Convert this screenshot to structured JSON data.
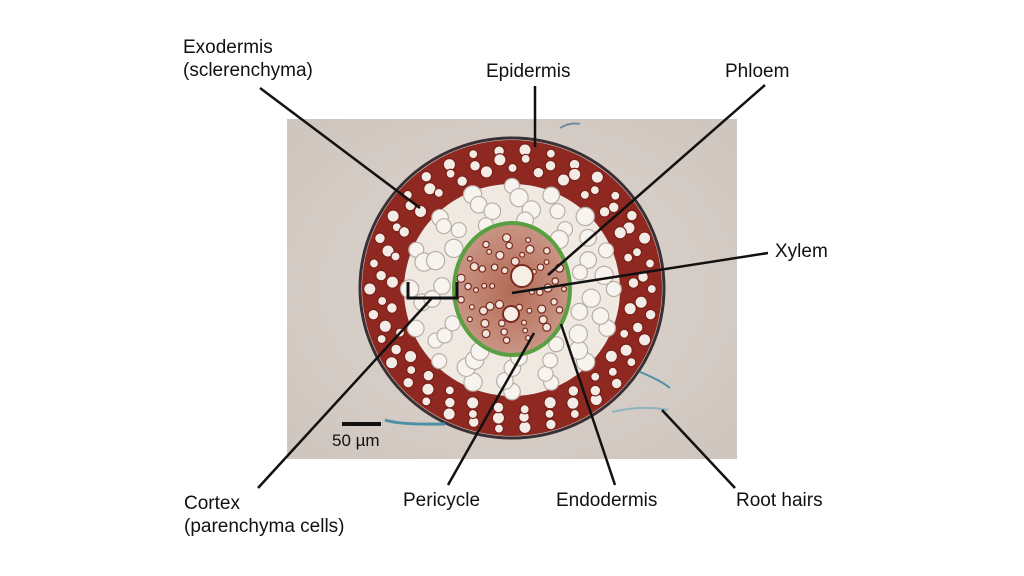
{
  "labels": {
    "exodermis": [
      "Exodermis",
      "(sclerenchyma)"
    ],
    "epidermis": "Epidermis",
    "phloem": "Phloem",
    "xylem": "Xylem",
    "cortex": [
      "Cortex",
      "(parenchyma cells)"
    ],
    "pericycle": "Pericycle",
    "endodermis": "Endodermis",
    "root_hairs": "Root hairs"
  },
  "scale_bar": "50 µm",
  "colors": {
    "background": "#d6cec8",
    "cell_walls": "#9b2a22",
    "cortex_cells": "#f2eee8",
    "pericycle_ring": "#5aa043",
    "leader_lines": "#111111"
  }
}
